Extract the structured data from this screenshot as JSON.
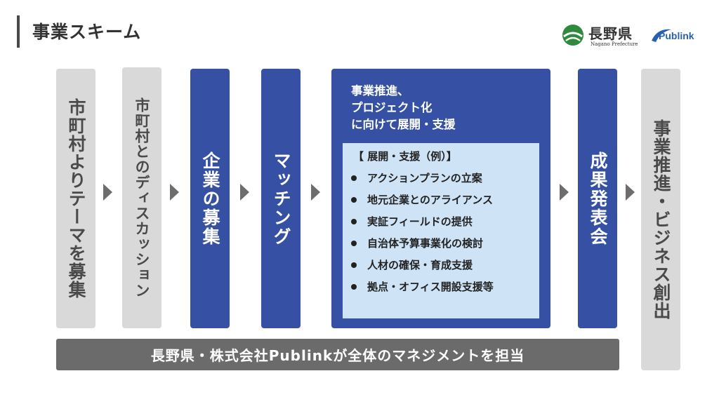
{
  "header": {
    "title": "事業スキーム"
  },
  "logos": {
    "nagano": {
      "jp": "長野県",
      "en": "Nagano Prefecture"
    },
    "publink": {
      "text": "Publink"
    }
  },
  "steps": [
    "市町村よりテーマを募集",
    "市町村とのディスカッション",
    "企業の募集",
    "マッチング",
    "成果発表会",
    "事業推進・ビジネス創出"
  ],
  "support": {
    "heading_lines": [
      "事業推進、",
      "プロジェクト化",
      "に向けて展開・支援"
    ],
    "inner_title": "【 展開・支援（例）】",
    "items": [
      "アクションプランの立案",
      "地元企業とのアライアンス",
      "実証フィールドの提供",
      "自治体予算事業化の検討",
      "人材の確保・育成支援",
      "拠点・オフィス開設支援等"
    ]
  },
  "footer": {
    "text": "長野県・株式会社Publinkが全体のマネジメントを担当"
  },
  "colors": {
    "blue": "#3651a3",
    "gray": "#d9d9d9",
    "light_blue": "#cfe3f7",
    "dark_bar": "#6b6b6b"
  }
}
